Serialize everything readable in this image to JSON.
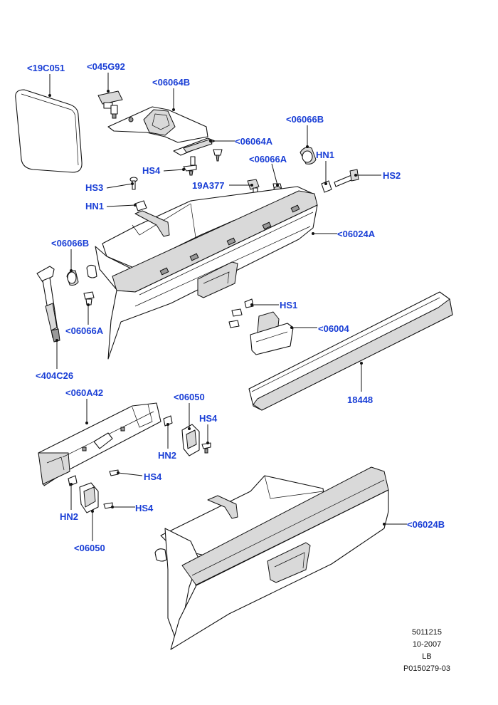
{
  "callouts": {
    "c19C051": "<19C051",
    "c045G92": "<045G92",
    "c06064B": "<06064B",
    "c06066B_top": "<06066B",
    "c06064A": "<06064A",
    "hs4_a": "HS4",
    "c06066A_top": "<06066A",
    "hn1_right": "HN1",
    "hs3": "HS3",
    "c19A377": "19A377",
    "hs2": "HS2",
    "hn1_left": "HN1",
    "c06024A": "<06024A",
    "c06066B_left": "<06066B",
    "hs1": "HS1",
    "c06066A_left": "<06066A",
    "c06004": "<06004",
    "c404C26": "<404C26",
    "c18448": "18448",
    "c060A42": "<060A42",
    "c06050_top": "<06050",
    "hs4_b": "HS4",
    "hn2_top": "HN2",
    "hs4_c": "HS4",
    "hn2_bottom": "HN2",
    "hs4_d": "HS4",
    "c06050_bottom": "<06050",
    "c06024B": "<06024B"
  },
  "footer": {
    "line1": "5011215",
    "line2": "10-2007",
    "line3": "LB",
    "line4": "P0150279-03"
  }
}
